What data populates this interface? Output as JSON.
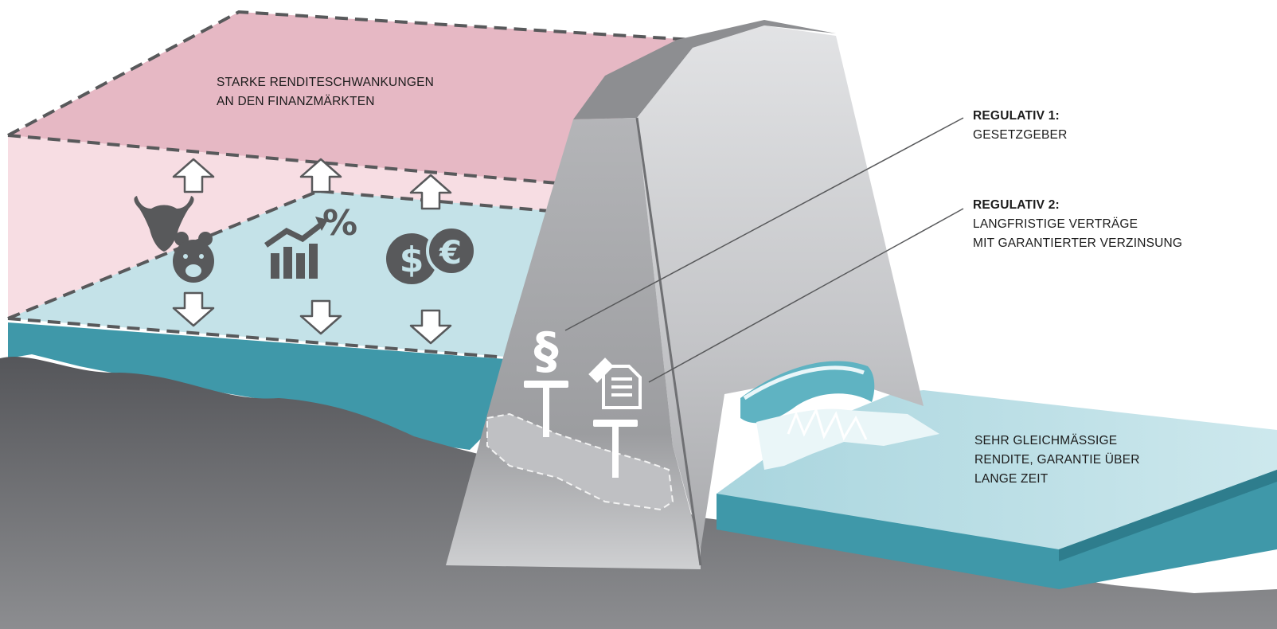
{
  "diagram": {
    "top_label": {
      "line1": "STARKE RENDITESCHWANKUNGEN",
      "line2": "AN DEN FINANZMÄRKTEN"
    },
    "regulativ_1": {
      "title": "REGULATIV 1:",
      "line1": "GESETZGEBER"
    },
    "regulativ_2": {
      "title": "REGULATIV 2:",
      "line1": "LANGFRISTIGE VERTRÄGE",
      "line2": "MIT GARANTIERTER VERZINSUNG"
    },
    "outflow_label": {
      "line1": "SEHR GLEICHMÄSSIGE",
      "line2": "RENDITE, GARANTIE ÜBER",
      "line3": "LANGE ZEIT"
    },
    "symbols": {
      "percent": "%",
      "dollar": "$",
      "euro": "€",
      "paragraph": "§"
    },
    "icons": [
      "bull-icon",
      "bear-icon",
      "growth-chart-icon",
      "percent-icon",
      "dollar-coin-icon",
      "euro-coin-icon",
      "paragraph-icon",
      "contract-document-icon",
      "arrow-up-icon",
      "arrow-down-icon"
    ],
    "colors": {
      "volatile_zone": "#e6b8c4",
      "reservoir": "#c4e2e8",
      "water": "#3f98a9",
      "ground": "#6d6e71",
      "dam": "#a7a8ab",
      "icon": "#58595b"
    }
  }
}
